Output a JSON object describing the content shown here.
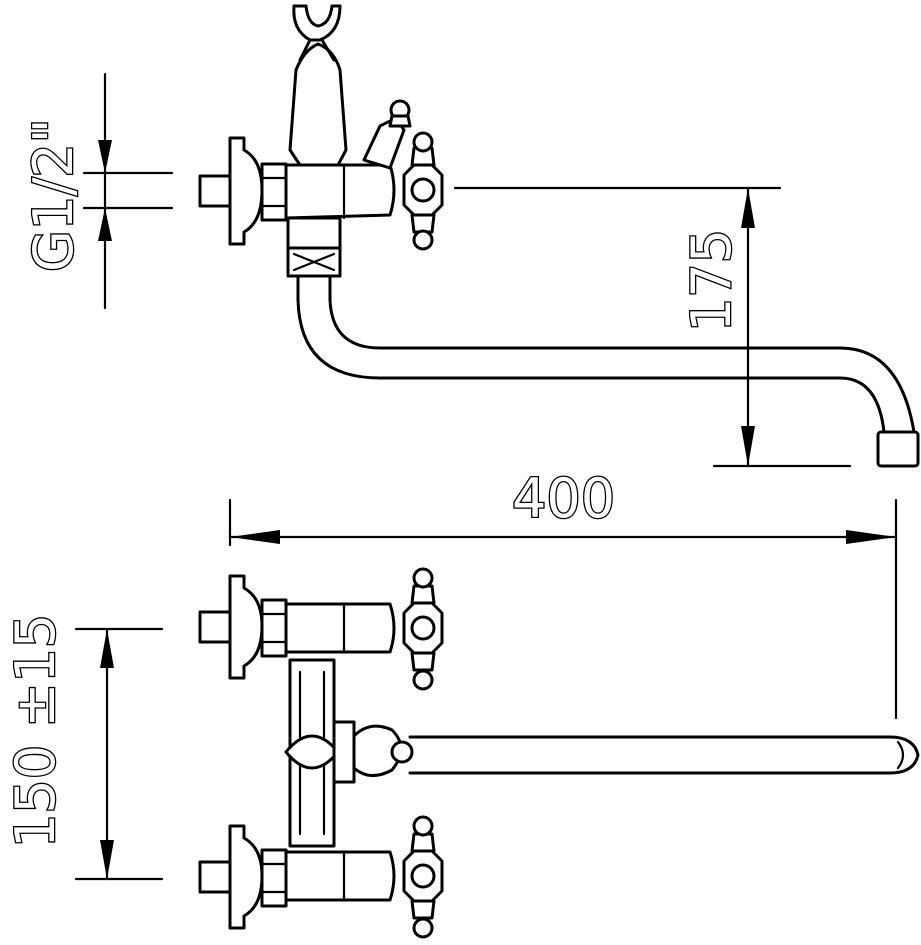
{
  "dimensions": {
    "thread": "G1/2\"",
    "height": "175",
    "length": "400",
    "spacing": "150 ±15"
  },
  "colors": {
    "line": "#000000",
    "background": "#ffffff"
  }
}
